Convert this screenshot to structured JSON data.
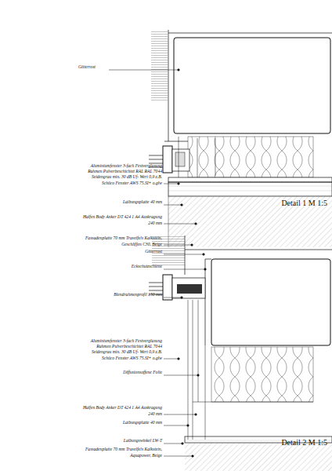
{
  "diagram": {
    "labels": [
      "Gitterrost",
      "Aluminiumfenster 3-fach Festverglasung Rahmen Pulverbeschichtet RAL RAL 7044 Seidengrau min. 30 dB Uf- Wert 0,9 z.B. Schüco Fenster AWS 75.SI+ o.glw",
      "Laibungsplatte 40 mm",
      "Halfen Body Anker DT 424 1 A4 Auskragung 240 mm",
      "Fassadenplatte 70 mm Travelfels Kalkstein, Geschliffen C30, Beige",
      "Detail 1 M 1:5",
      "Gitterrost",
      "Eckschutzschiene",
      "Blendrahmenprofil 150 mm",
      "Aluminiumfenster 3-fach Festverglasung Rahmen Pulverbeschichtet RAL 7044 Seidengrau min. 30 dB Uf- Wert 0,9 z.B. Schüco Fenster AWS 75.SI+ o.glw",
      "Diffusionsoffene Folie",
      "Halfen Body Anker DT 424 1 A4 Auskragung 240 mm",
      "Laibungsplatte 40 mm",
      "Laibungswinkel LW-T",
      "Fassadenplatte 70 mm Travelfels Kalkstein, Aquapower, Beige",
      "Detail 2 M 1:5"
    ]
  }
}
